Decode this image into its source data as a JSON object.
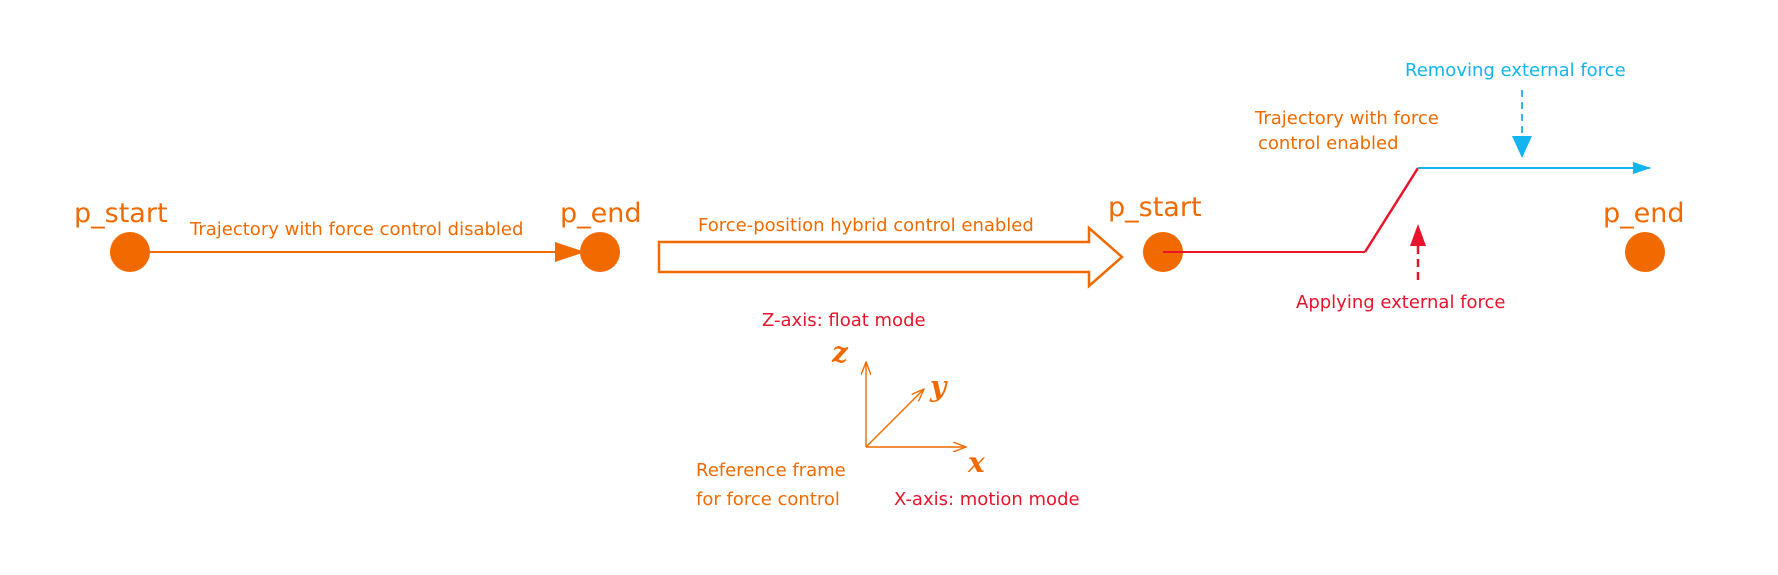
{
  "colors": {
    "orange": "#f06a00",
    "red": "#e8142c",
    "blue": "#14b4f0"
  },
  "left_segment": {
    "start_label": "p_start",
    "end_label": "p_end",
    "trajectory_label": "Trajectory with force control disabled"
  },
  "transition": {
    "label": "Force-position hybrid control enabled"
  },
  "frame": {
    "z_mode": "Z-axis: float mode",
    "x_mode": "X-axis: motion mode",
    "caption_line1": "Reference frame",
    "caption_line2": "for force control",
    "axis_z": "z",
    "axis_y": "y",
    "axis_x": "x"
  },
  "right_segment": {
    "start_label": "p_start",
    "end_label": "p_end",
    "trajectory_line1": "Trajectory with force",
    "trajectory_line2": "control enabled",
    "removing_force": "Removing external force",
    "applying_force": "Applying external force"
  }
}
